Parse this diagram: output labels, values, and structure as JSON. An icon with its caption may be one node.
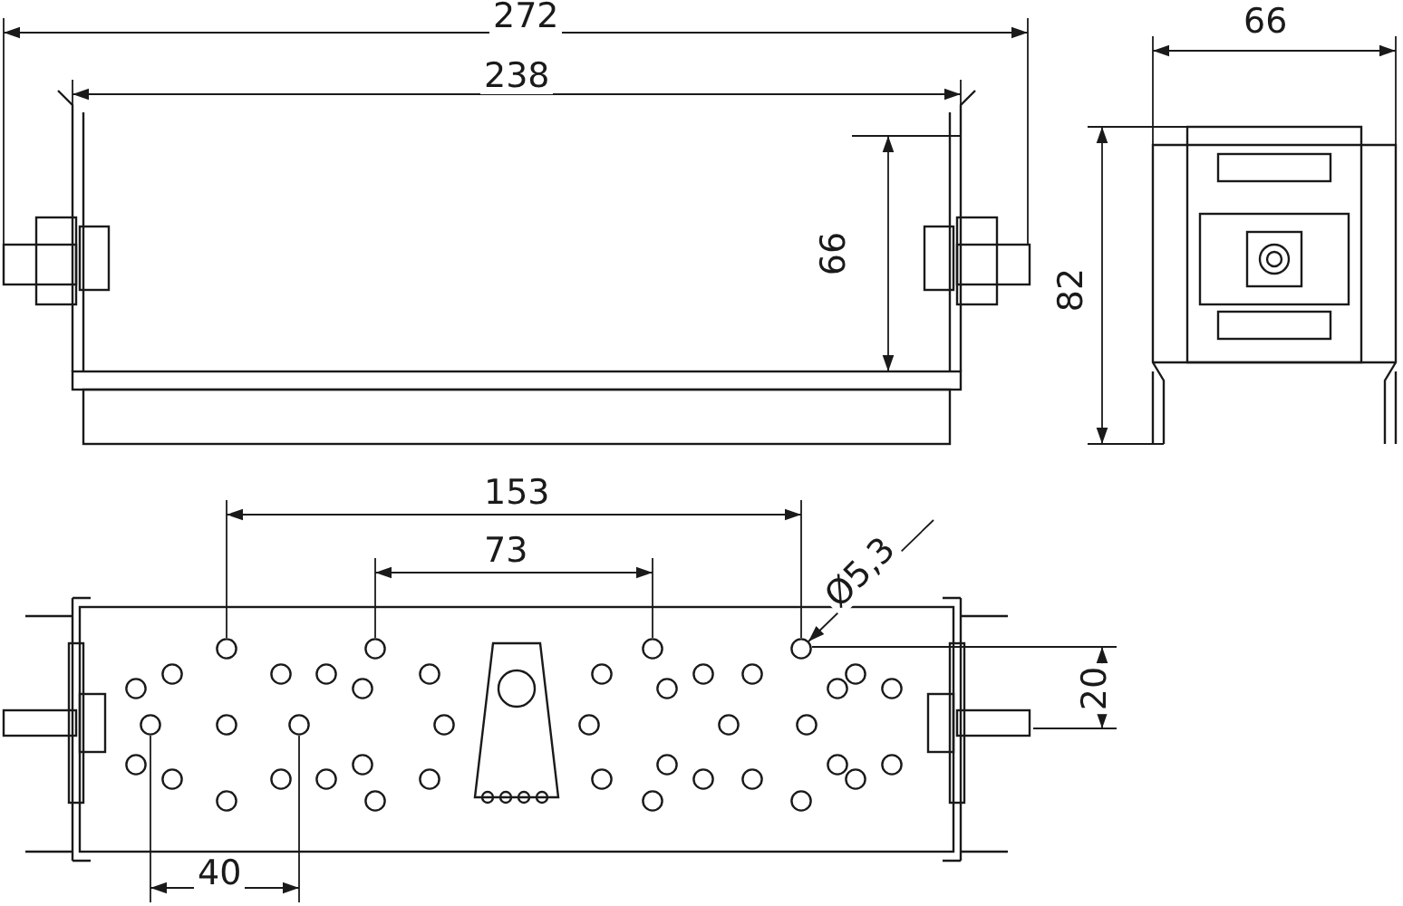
{
  "diagram": {
    "labels": [
      "272",
      "66",
      "238",
      "66",
      "82",
      "153",
      "73",
      "Ø5,3",
      "20",
      "40"
    ]
  }
}
